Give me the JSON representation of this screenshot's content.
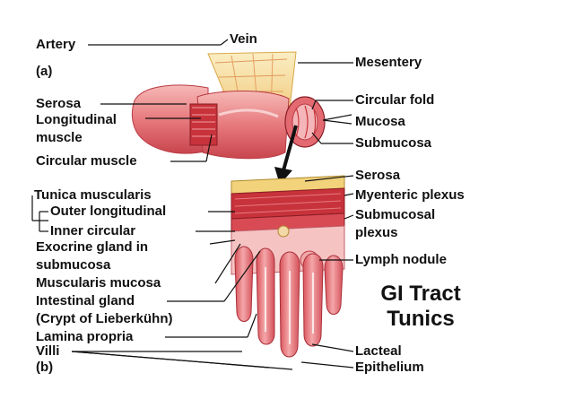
{
  "figure": {
    "title_line1": "GI Tract",
    "title_line2": "Tunics",
    "panel_a": "(a)",
    "panel_b": "(b)"
  },
  "labels": {
    "artery": "Artery",
    "vein": "Vein",
    "mesentery": "Mesentery",
    "serosa_a": "Serosa",
    "longitudinal_muscle_1": "Longitudinal",
    "longitudinal_muscle_2": "muscle",
    "circular_muscle": "Circular muscle",
    "circular_fold": "Circular fold",
    "mucosa": "Mucosa",
    "submucosa": "Submucosa",
    "serosa_b": "Serosa",
    "myenteric_plexus": "Myenteric plexus",
    "submucosal_plexus_1": "Submucosal",
    "submucosal_plexus_2": "plexus",
    "tunica_muscularis": "Tunica muscularis",
    "outer_longitudinal": "Outer longitudinal",
    "inner_circular": "Inner circular",
    "exocrine_gland_1": "Exocrine gland in",
    "exocrine_gland_2": "submucosa",
    "muscularis_mucosa": "Muscularis mucosa",
    "intestinal_gland": "Intestinal gland",
    "crypt": "(Crypt of Lieberkühn)",
    "lamina_propria": "Lamina propria",
    "villi": "Villi",
    "lymph_nodule": "Lymph nodule",
    "lacteal": "Lacteal",
    "epithelium": "Epithelium"
  },
  "colors": {
    "tissue": "#e8737a",
    "tissue_light": "#f6c3c3",
    "muscle": "#c8323a",
    "serosa": "#f2d27a",
    "mesentery": "#f7e6a8",
    "leader": "#111111"
  }
}
